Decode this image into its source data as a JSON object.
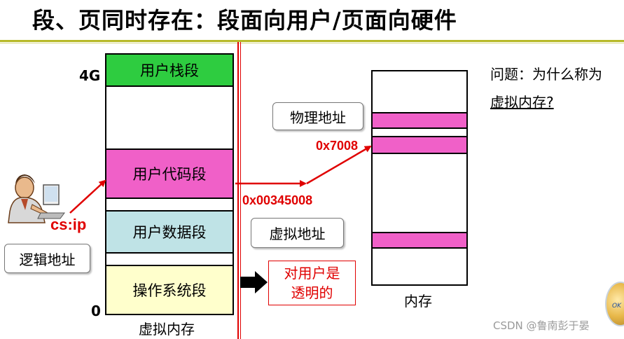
{
  "title": "段、页同时存在：段面向用户/页面向硬件",
  "virtual_memory": {
    "caption": "虚拟内存",
    "top_label": "4G",
    "bottom_label": "0",
    "segments": {
      "stack": "用户栈段",
      "code": "用户代码段",
      "data": "用户数据段",
      "os": "操作系统段"
    }
  },
  "physical_memory": {
    "caption": "内存"
  },
  "callouts": {
    "logical_address": "逻辑地址",
    "virtual_address": "虚拟地址",
    "physical_address": "物理地址"
  },
  "addresses": {
    "cs_ip": "cs:ip",
    "virtual": "0x00345008",
    "physical": "0x7008"
  },
  "transparent_note": {
    "line1": "对用户是",
    "line2": "透明的"
  },
  "question": {
    "line1": "问题：为什么称为",
    "line2": "虚拟内存?"
  },
  "watermark": "CSDN @鲁南彭于晏",
  "badge_text": "OK",
  "colors": {
    "stack": "#2ecc40",
    "code": "#f060c8",
    "data": "#bfe3e6",
    "os": "#ffffcc",
    "accent_red": "#e00000",
    "title_rule": "#b7b928"
  }
}
